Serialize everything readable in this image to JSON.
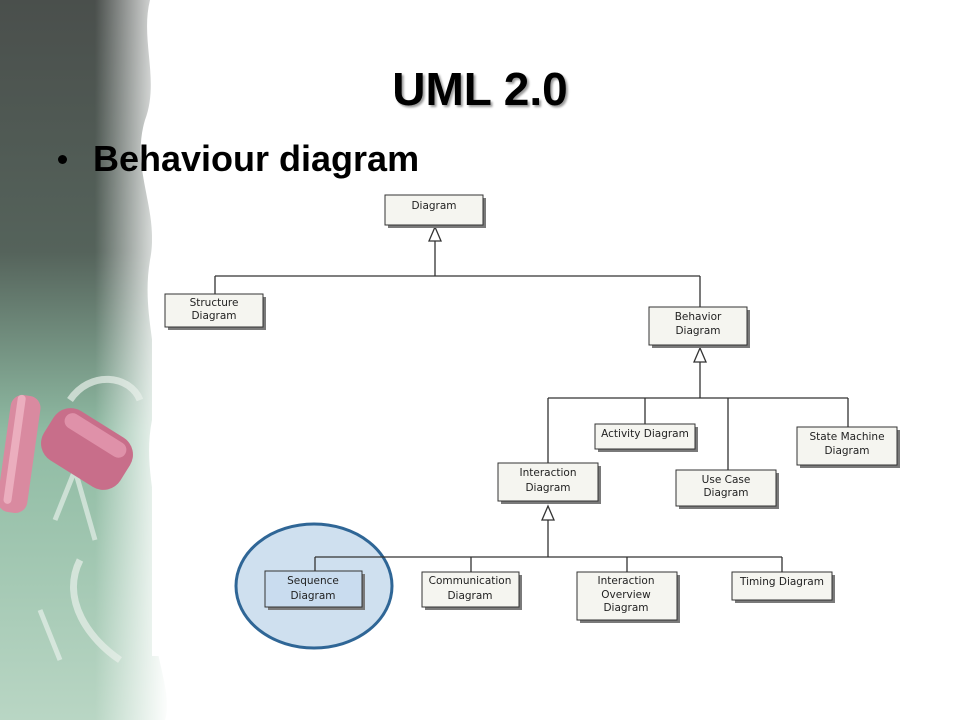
{
  "slide": {
    "title": "UML 2.0",
    "bullet": "Behaviour diagram"
  },
  "diagram": {
    "nodes": {
      "diagram": [
        "Diagram"
      ],
      "structure": [
        "Structure",
        "Diagram"
      ],
      "behavior": [
        "Behavior",
        "Diagram"
      ],
      "activity": [
        "Activity Diagram"
      ],
      "use_case": [
        "Use Case",
        "Diagram"
      ],
      "state_machine": [
        "State Machine",
        "Diagram"
      ],
      "interaction": [
        "Interaction",
        "Diagram"
      ],
      "sequence": [
        "Sequence",
        "Diagram"
      ],
      "communication": [
        "Communication",
        "Diagram"
      ],
      "interaction_overview": [
        "Interaction",
        "Overview",
        "Diagram"
      ],
      "timing": [
        "Timing Diagram"
      ]
    },
    "highlighted": "sequence"
  },
  "colors": {
    "chalkboard": "#3f4a44",
    "chalk_green": "#9cc7b0",
    "box_fill": "#f5f5f0",
    "highlight_fill": "#c9dcef",
    "highlight_stroke": "#2a5f8e"
  }
}
